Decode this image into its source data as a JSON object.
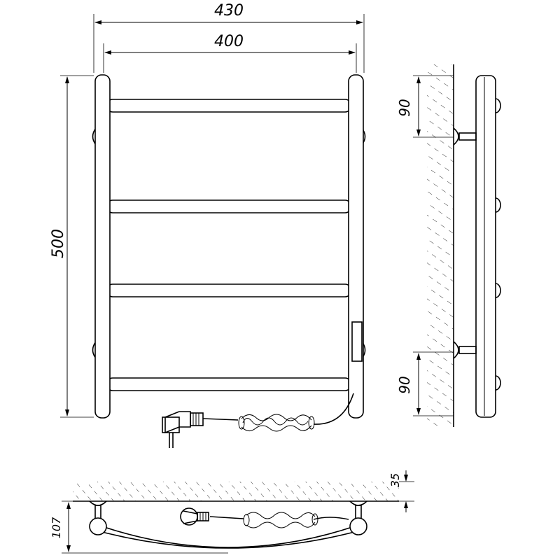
{
  "dimensions": {
    "overall_width": "430",
    "rail_spacing": "400",
    "height": "500",
    "side_top_offset": "90",
    "side_bottom_offset": "90",
    "wall_offset": "35",
    "depth": "107"
  }
}
